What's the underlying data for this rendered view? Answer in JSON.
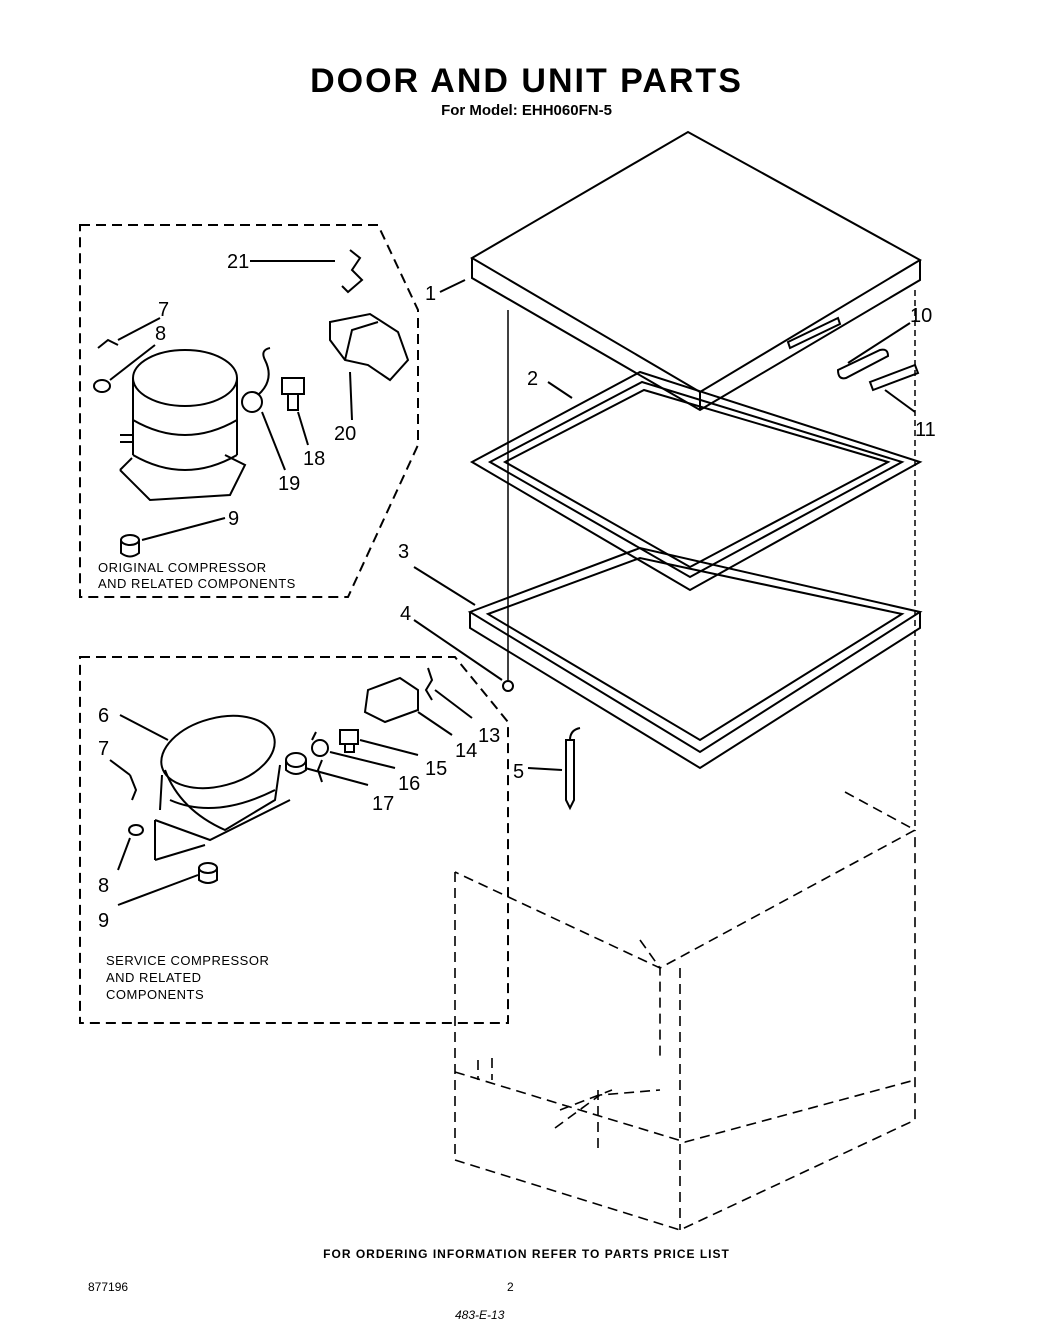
{
  "title": "DOOR AND UNIT PARTS",
  "subtitle": "For Model: EHH060FN-5",
  "footer": "FOR ORDERING INFORMATION REFER TO PARTS PRICE LIST",
  "doc_number": "877196",
  "page_number": "2",
  "handwritten_note": "483-E-13",
  "original_box": {
    "caption_line1": "ORIGINAL COMPRESSOR",
    "caption_line2": "AND RELATED COMPONENTS",
    "callouts": [
      "21",
      "7",
      "8",
      "20",
      "19",
      "18",
      "9"
    ]
  },
  "service_box": {
    "caption_line1": "SERVICE COMPRESSOR",
    "caption_line2": "AND RELATED",
    "caption_line3": "COMPONENTS",
    "callouts": [
      "6",
      "7",
      "13",
      "14",
      "15",
      "16",
      "17",
      "8",
      "9"
    ]
  },
  "main_callouts": [
    "1",
    "10",
    "2",
    "11",
    "3",
    "4",
    "5"
  ]
}
